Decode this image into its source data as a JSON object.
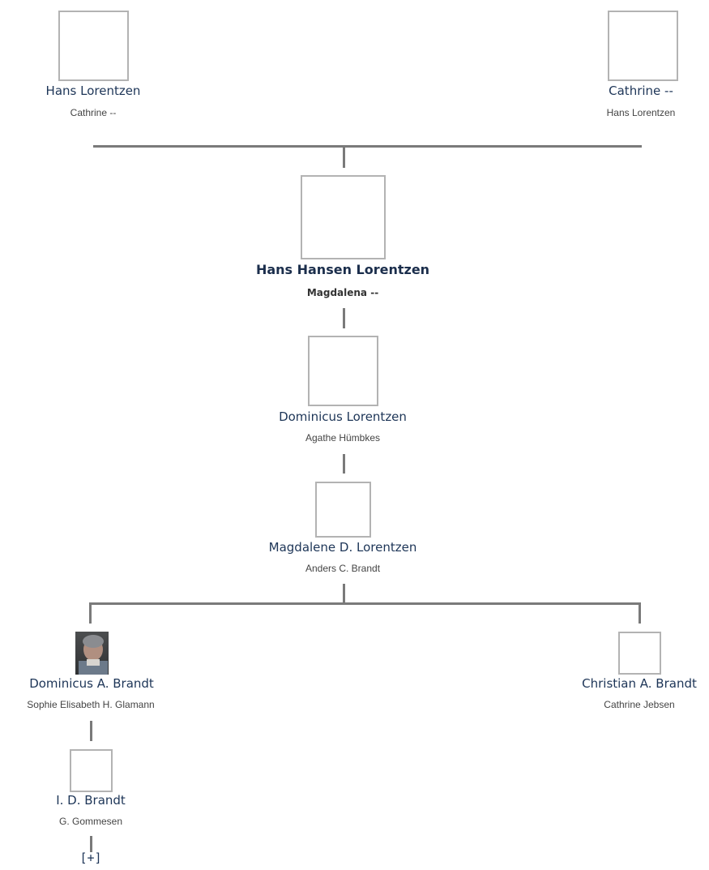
{
  "persons": {
    "father": {
      "name": "Hans Lorentzen",
      "spouse": "Cathrine --"
    },
    "mother": {
      "name": "Cathrine --",
      "spouse": "Hans Lorentzen"
    },
    "root": {
      "name": "Hans Hansen Lorentzen",
      "spouse": "Magdalena --"
    },
    "gen1": {
      "name": "Dominicus Lorentzen",
      "spouse": "Agathe Hümbkes"
    },
    "gen2": {
      "name": "Magdalene D. Lorentzen",
      "spouse": "Anders C. Brandt"
    },
    "gen3a": {
      "name": "Dominicus A. Brandt",
      "spouse": "Sophie Elisabeth H. Glamann"
    },
    "gen3b": {
      "name": "Christian A. Brandt",
      "spouse": "Cathrine Jebsen"
    },
    "gen4": {
      "name": "I. D. Brandt",
      "spouse": "G. Gommesen"
    }
  },
  "expand_label": "[+]",
  "colors": {
    "name": "#1d3557",
    "line": "#7a7a7a",
    "photo_border": "#b3b3b3"
  }
}
